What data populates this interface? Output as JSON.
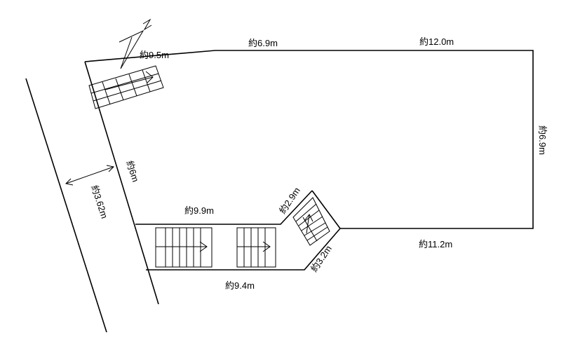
{
  "labels": {
    "top_left": "約9.5m",
    "top_mid": "約6.9m",
    "top_right": "約12.0m",
    "right_side": "約6.9m",
    "bottom_right": "約11.2m",
    "diag_lower": "約3.2m",
    "diag_upper": "約2.9m",
    "inner_top": "約9.9m",
    "inner_bottom": "約9.4m",
    "frontage": "約6m",
    "road_width": "約3.62m"
  }
}
